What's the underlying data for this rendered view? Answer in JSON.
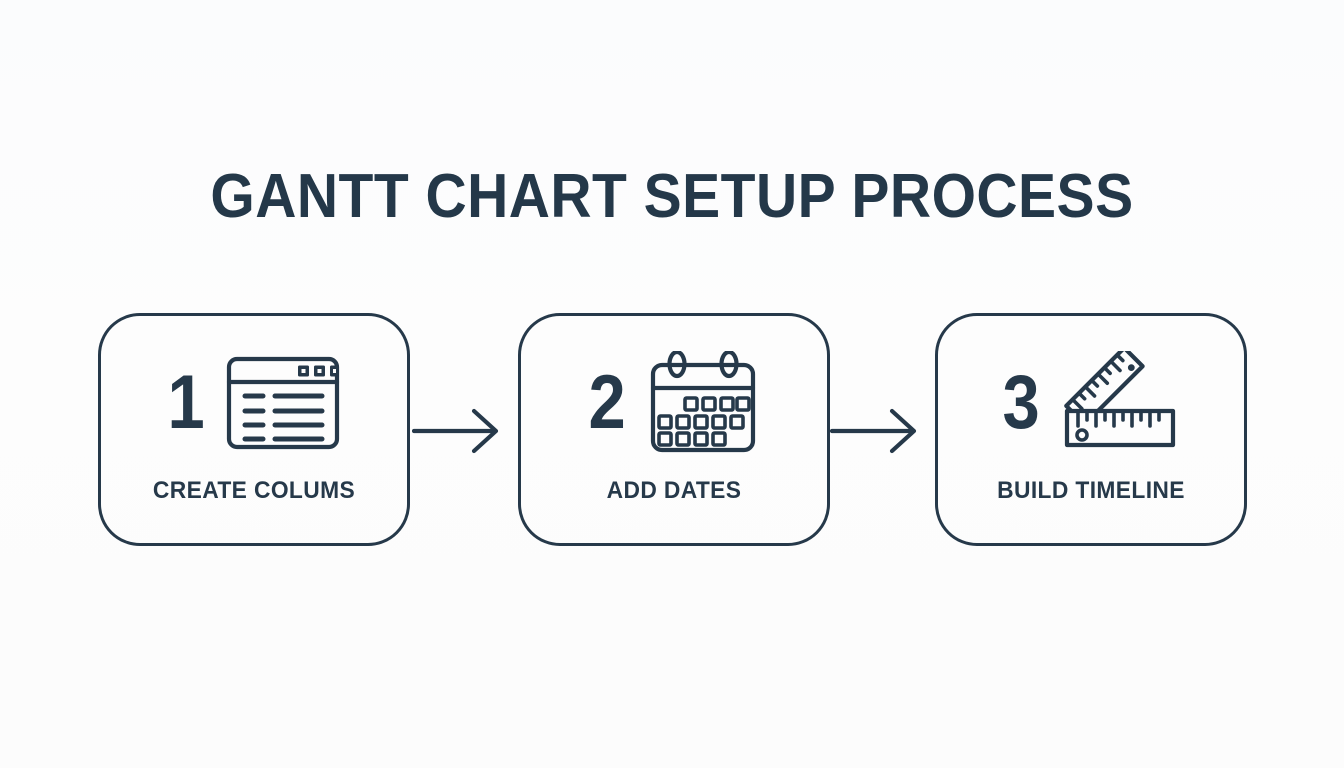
{
  "page": {
    "title": "GANTT CHART SETUP PROCESS",
    "background_color": "#fcfdfd",
    "accent_color": "#26394a"
  },
  "steps": [
    {
      "number": "1",
      "label": "CREATE COLUMS",
      "icon": "browser-window-icon"
    },
    {
      "number": "2",
      "label": "ADD DATES",
      "icon": "calendar-icon"
    },
    {
      "number": "3",
      "label": "BUILD TIMELINE",
      "icon": "rulers-icon"
    }
  ],
  "connectors": [
    {
      "name": "arrow-right-icon"
    },
    {
      "name": "arrow-right-icon"
    }
  ]
}
